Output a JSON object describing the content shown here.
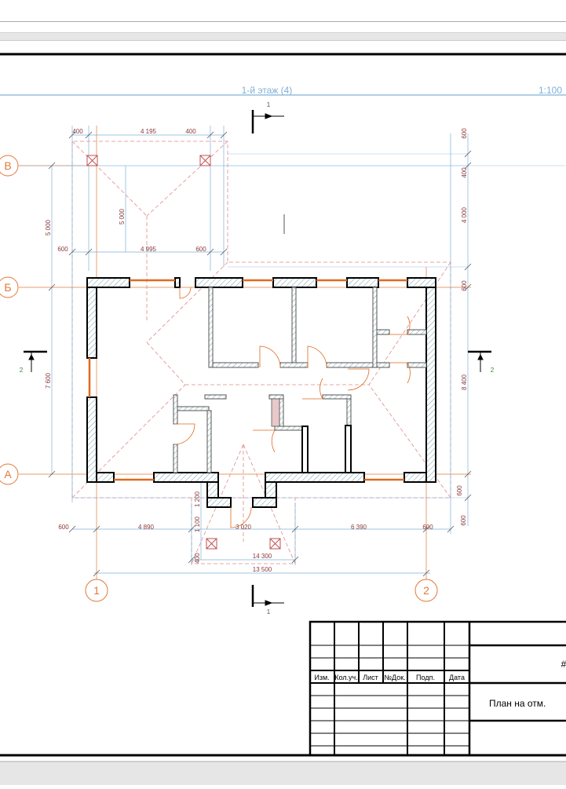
{
  "sheet": {
    "title": "1-й этаж (4)",
    "scale": "1:100"
  },
  "axes": {
    "letters": [
      "В",
      "Б",
      "А"
    ],
    "numbers": [
      "1",
      "2"
    ]
  },
  "sections": {
    "s1": "1",
    "s2": "2"
  },
  "dimensions": {
    "top_400_left": "400",
    "top_4195": "4 195",
    "top_400_right": "400",
    "mid_600_left": "600",
    "mid_4995": "4 995",
    "mid_600_right": "600",
    "bottom_600_left": "600",
    "bottom_4890": "4 890",
    "bottom_3020": "3 020",
    "bottom_6390": "6 390",
    "bottom_600_right": "600",
    "bottom_14300": "14 300",
    "bottom_13500": "13 500",
    "left_5000_outer": "5 000",
    "left_5000_inner": "5 000",
    "left_7600": "7 600",
    "right_600_a": "600",
    "right_400": "400",
    "right_4000": "4 000",
    "right_600_b": "600",
    "right_8400": "8 400",
    "right_600_c": "600",
    "right_600_d": "600",
    "porch_1200": "1 200",
    "porch_1100": "1 100",
    "porch_400": "400"
  },
  "title_block": {
    "col_izm": "Изм.",
    "col_kol": "Кол.уч.",
    "col_list": "Лист",
    "col_ndok": "№Док.",
    "col_podp": "Подп.",
    "col_data": "Дата",
    "hash": "#",
    "plan_label": "План на отм."
  },
  "colors": {
    "wall": "#000000",
    "hatch": "#6fa0a8",
    "window": "#e06a1e",
    "dimension": "#7fb0d8",
    "axis": "#e07a3a",
    "roof": "#e08a8a"
  }
}
